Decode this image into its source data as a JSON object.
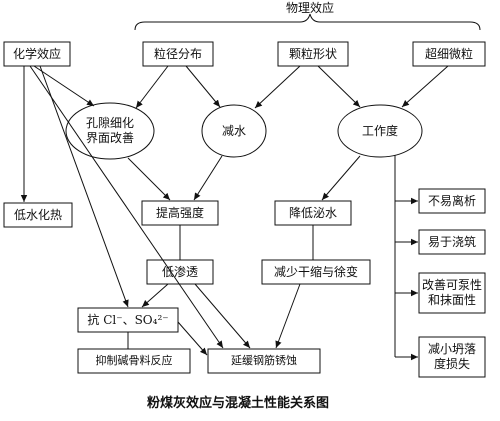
{
  "header": {
    "physical_effect": "物理效应"
  },
  "nodes": {
    "chemical_effect": "化学效应",
    "particle_size": "粒径分布",
    "particle_shape": "颗粒形状",
    "ultrafine": "超细微粒",
    "pore_refinement": "孔隙细化\n界面改善",
    "water_reduction": "减水",
    "workability": "工作度",
    "low_hydration_heat": "低水化热",
    "raise_strength": "提高强度",
    "reduce_bleeding": "降低泌水",
    "not_segregate": "不易离析",
    "easy_pour": "易于浇筑",
    "low_permeability": "低渗透",
    "reduce_shrinkage": "减少干缩与徐变",
    "pumpability": "改善可泵性\n和抹面性",
    "anti_chloride": "抗 Cl⁻、SO₄²⁻",
    "reduce_slump_loss": "减小坍落\n度损失",
    "suppress_asr": "抑制碱骨料反应",
    "delay_corrosion": "延缓钢筋锈蚀"
  },
  "caption": "粉煤灰效应与混凝土性能关系图"
}
